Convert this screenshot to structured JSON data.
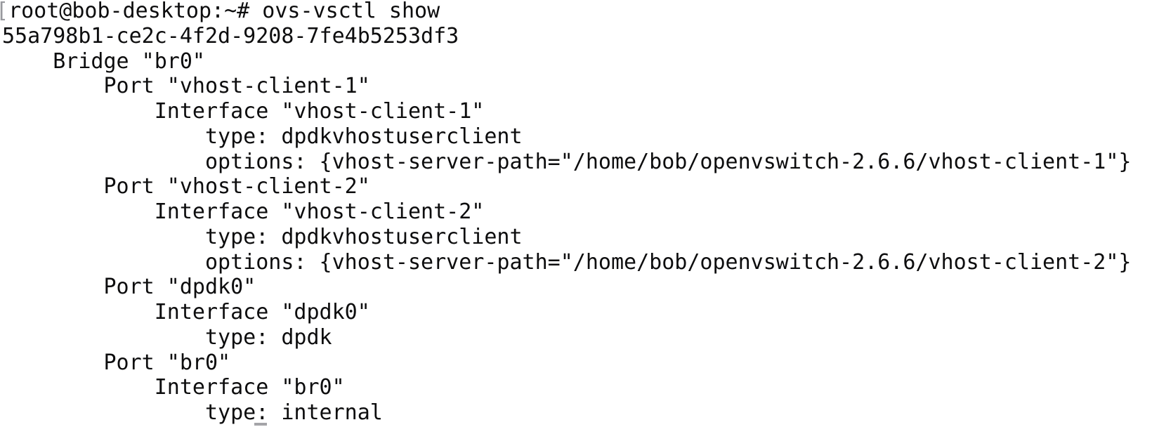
{
  "terminal": {
    "colors": {
      "background": "#ffffff",
      "text": "#0d0d0e",
      "overflow_indicator": "#98999e",
      "cursor": "#a4a4a8"
    },
    "overflow_bracket": "[",
    "prompt": "root@bob-desktop:~#",
    "command": "ovs-vsctl show",
    "output_lines": [
      "55a798b1-ce2c-4f2d-9208-7fe4b5253df3",
      "    Bridge \"br0\"",
      "        Port \"vhost-client-1\"",
      "            Interface \"vhost-client-1\"",
      "                type: dpdkvhostuserclient",
      "                options: {vhost-server-path=\"/home/bob/openvswitch-2.6.6/vhost-client-1\"}",
      "        Port \"vhost-client-2\"",
      "            Interface \"vhost-client-2\"",
      "                type: dpdkvhostuserclient",
      "                options: {vhost-server-path=\"/home/bob/openvswitch-2.6.6/vhost-client-2\"}",
      "        Port \"dpdk0\"",
      "            Interface \"dpdk0\"",
      "                type: dpdk",
      "        Port \"br0\"",
      "            Interface \"br0\"",
      "                type: internal"
    ]
  }
}
